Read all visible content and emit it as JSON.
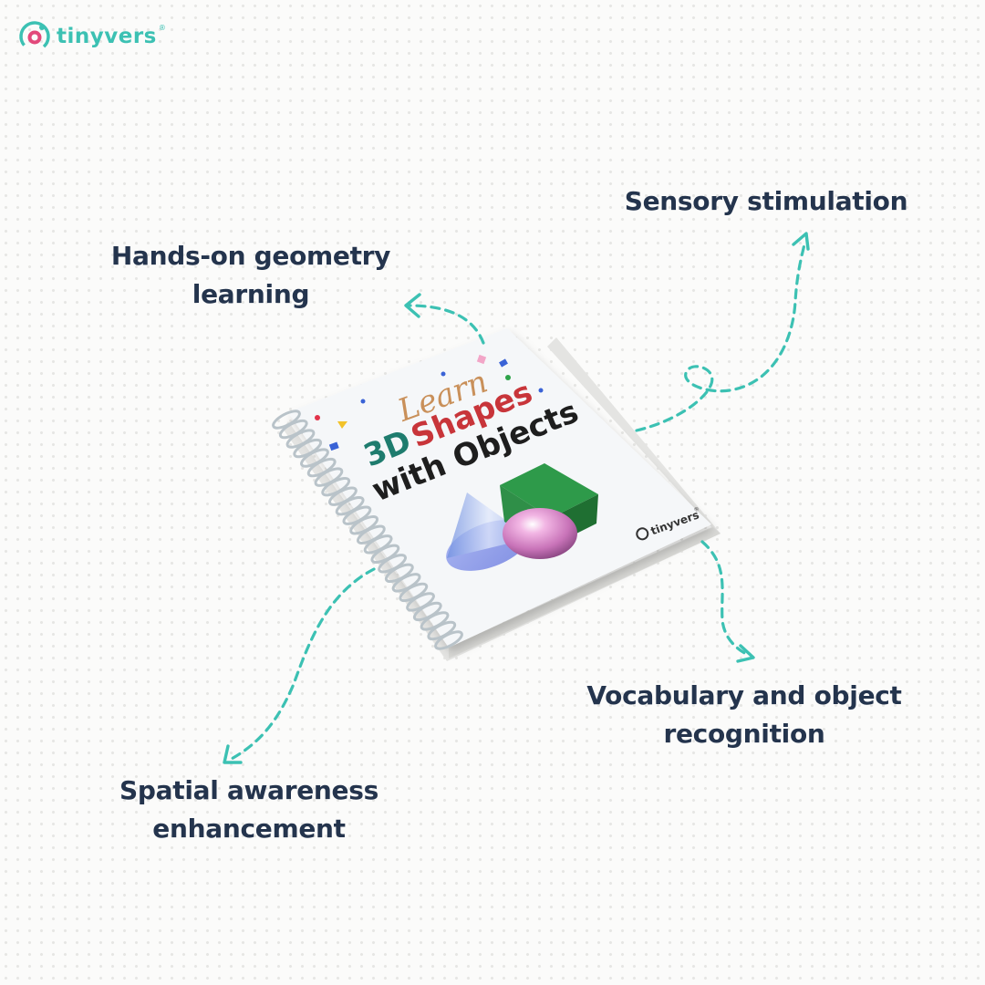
{
  "brand": {
    "logo_text": "tinyvers",
    "logo_reg": "®",
    "accent": "#3cc1b3",
    "text_color": "#24344d"
  },
  "features": {
    "hands_on": [
      "Hands-on geometry",
      "learning"
    ],
    "sensory": [
      "Sensory stimulation"
    ],
    "vocabulary": [
      "Vocabulary and object",
      "recognition"
    ],
    "spatial": [
      "Spatial awareness",
      "enhancement"
    ]
  },
  "book": {
    "title_script": "Learn",
    "title_word1": "3D",
    "title_word2": "Shapes",
    "title_line2": "with Objects",
    "cover_brand": "tinyvers",
    "cover_brand_reg": "®"
  }
}
